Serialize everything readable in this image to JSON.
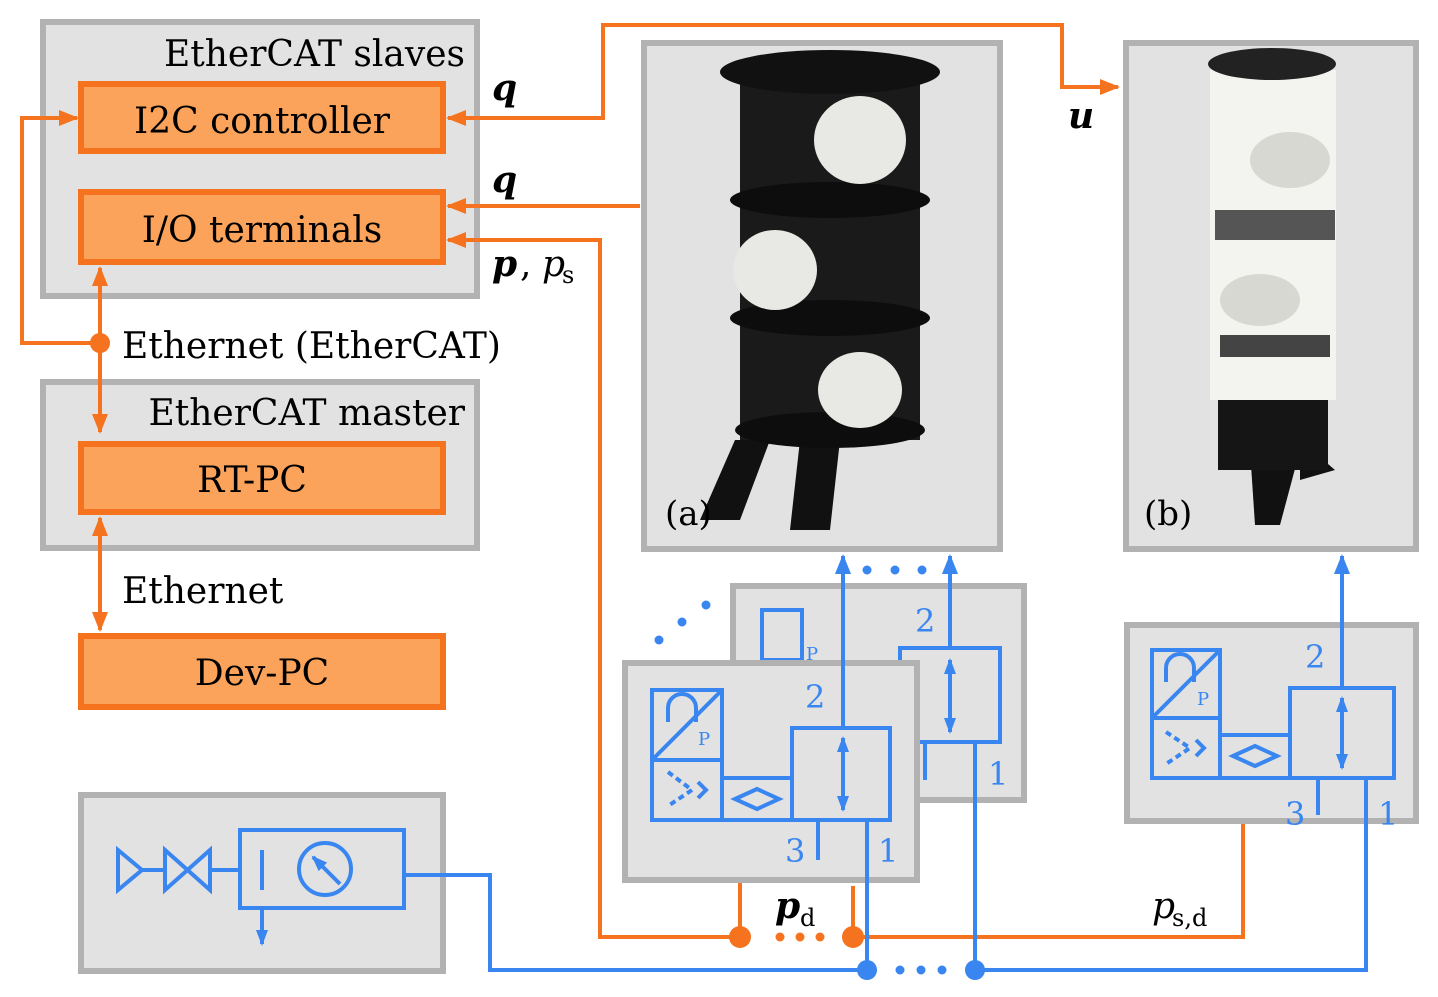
{
  "colors": {
    "orange": "#f5731e",
    "orange_fill": "#fba35a",
    "blue": "#3a86f0",
    "panel_fill": "#e2e2e2",
    "panel_border": "#b2b2b2"
  },
  "left_column": {
    "slaves_group_title": "EtherCAT slaves",
    "i2c_controller": "I2C controller",
    "io_terminals": "I/O terminals",
    "ethernet_ethercat": "Ethernet (EtherCAT)",
    "master_group_title": "EtherCAT master",
    "rt_pc": "RT-PC",
    "ethernet": "Ethernet",
    "dev_pc": "Dev-PC"
  },
  "signals": {
    "q_top": "q",
    "q_mid": "q",
    "p": "p",
    "ps_sep": ",",
    "ps_base": "p",
    "ps_sub": "s",
    "u": "u",
    "pd_base": "p",
    "pd_sub": "d",
    "psd_base": "p",
    "psd_sub": "s,d"
  },
  "photos": {
    "a_label": "(a)",
    "b_label": "(b)",
    "a_icon": "black-soft-robot-photo",
    "b_icon": "white-soft-robot-photo"
  },
  "valves": {
    "port_2": "2",
    "port_1": "1",
    "port_3": "3",
    "pressure_letter": "P"
  },
  "icons": {
    "supply": "pressure-supply-icon"
  }
}
